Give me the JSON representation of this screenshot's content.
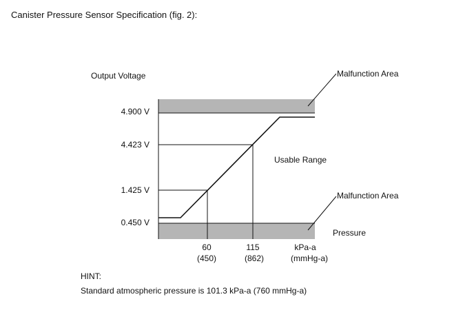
{
  "caption": "Canister Pressure Sensor Specification (fig. 2):",
  "diagram": {
    "y_title": "Output Voltage",
    "y_ticks": [
      "4.900 V",
      "4.423 V",
      "1.425 V",
      "0.450 V"
    ],
    "x_ticks": [
      {
        "value": "60",
        "sub": "(450)"
      },
      {
        "value": "115",
        "sub": "(862)"
      },
      {
        "value": "kPa-a",
        "sub": "(mmHg-a)"
      }
    ],
    "labels": {
      "malfunction_top": "Malfunction Area",
      "malfunction_bottom": "Malfunction Area",
      "usable": "Usable Range",
      "pressure": "Pressure"
    },
    "colors": {
      "band": "#b5b5b5",
      "line": "#111111"
    }
  },
  "hint": {
    "title": "HINT:",
    "text": "Standard atmospheric pressure is 101.3 kPa-a (760 mmHg-a)"
  }
}
